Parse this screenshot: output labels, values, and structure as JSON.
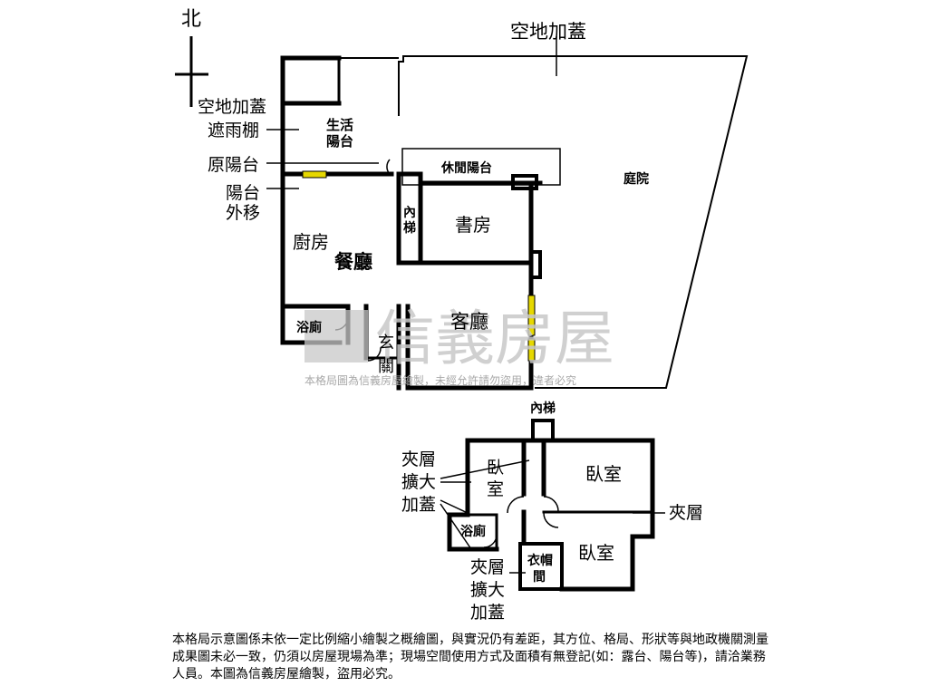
{
  "compass": {
    "north": "北"
  },
  "upper_floor": {
    "outer_addition": "空地加蓋",
    "left_annotations": {
      "addition": "空地加蓋",
      "canopy": "遮雨棚",
      "original_balcony": "原陽台",
      "balcony_moved_line1": "陽台",
      "balcony_moved_line2": "外移"
    },
    "rooms": {
      "service_balcony_line1": "生活",
      "service_balcony_line2": "陽台",
      "leisure_balcony": "休閒陽台",
      "courtyard": "庭院",
      "inner_stair_line1": "內",
      "inner_stair_line2": "梯",
      "study": "書房",
      "kitchen": "廚房",
      "dining": "餐廳",
      "living": "客廳",
      "bathroom": "浴廁",
      "foyer_line1": "玄",
      "foyer_line2": "關"
    }
  },
  "mezzanine": {
    "inner_stair": "內梯",
    "bedroom_left_line1": "臥",
    "bedroom_left_line2": "室",
    "bedroom_right_top": "臥室",
    "bedroom_right_bottom": "臥室",
    "bathroom": "浴廁",
    "closet_line1": "衣帽",
    "closet_line2": "間",
    "mezzanine_label": "夾層",
    "expansion_top_line1": "夾層",
    "expansion_top_line2": "擴大",
    "expansion_top_line3": "加蓋",
    "expansion_bottom_line1": "夾層",
    "expansion_bottom_line2": "擴大",
    "expansion_bottom_line3": "加蓋"
  },
  "watermark": {
    "brand": "信義房屋",
    "notice": "本格局圖為信義房屋繪製，未經允許請勿盜用，違者必究"
  },
  "disclaimer": "本格局示意圖係未依一定比例縮小繪製之概繪圖，與實況仍有差距，其方位、格局、形狀等與地政機關測量成果圖未必一致，仍須以房屋現場為準；現場空間使用方式及面積有無登記(如：露台、陽台等)，請洽業務人員。本圖為信義房屋繪製，盜用必究。",
  "colors": {
    "wall": "#000000",
    "window": "#e6d800",
    "watermark": "#c8c8c8"
  }
}
